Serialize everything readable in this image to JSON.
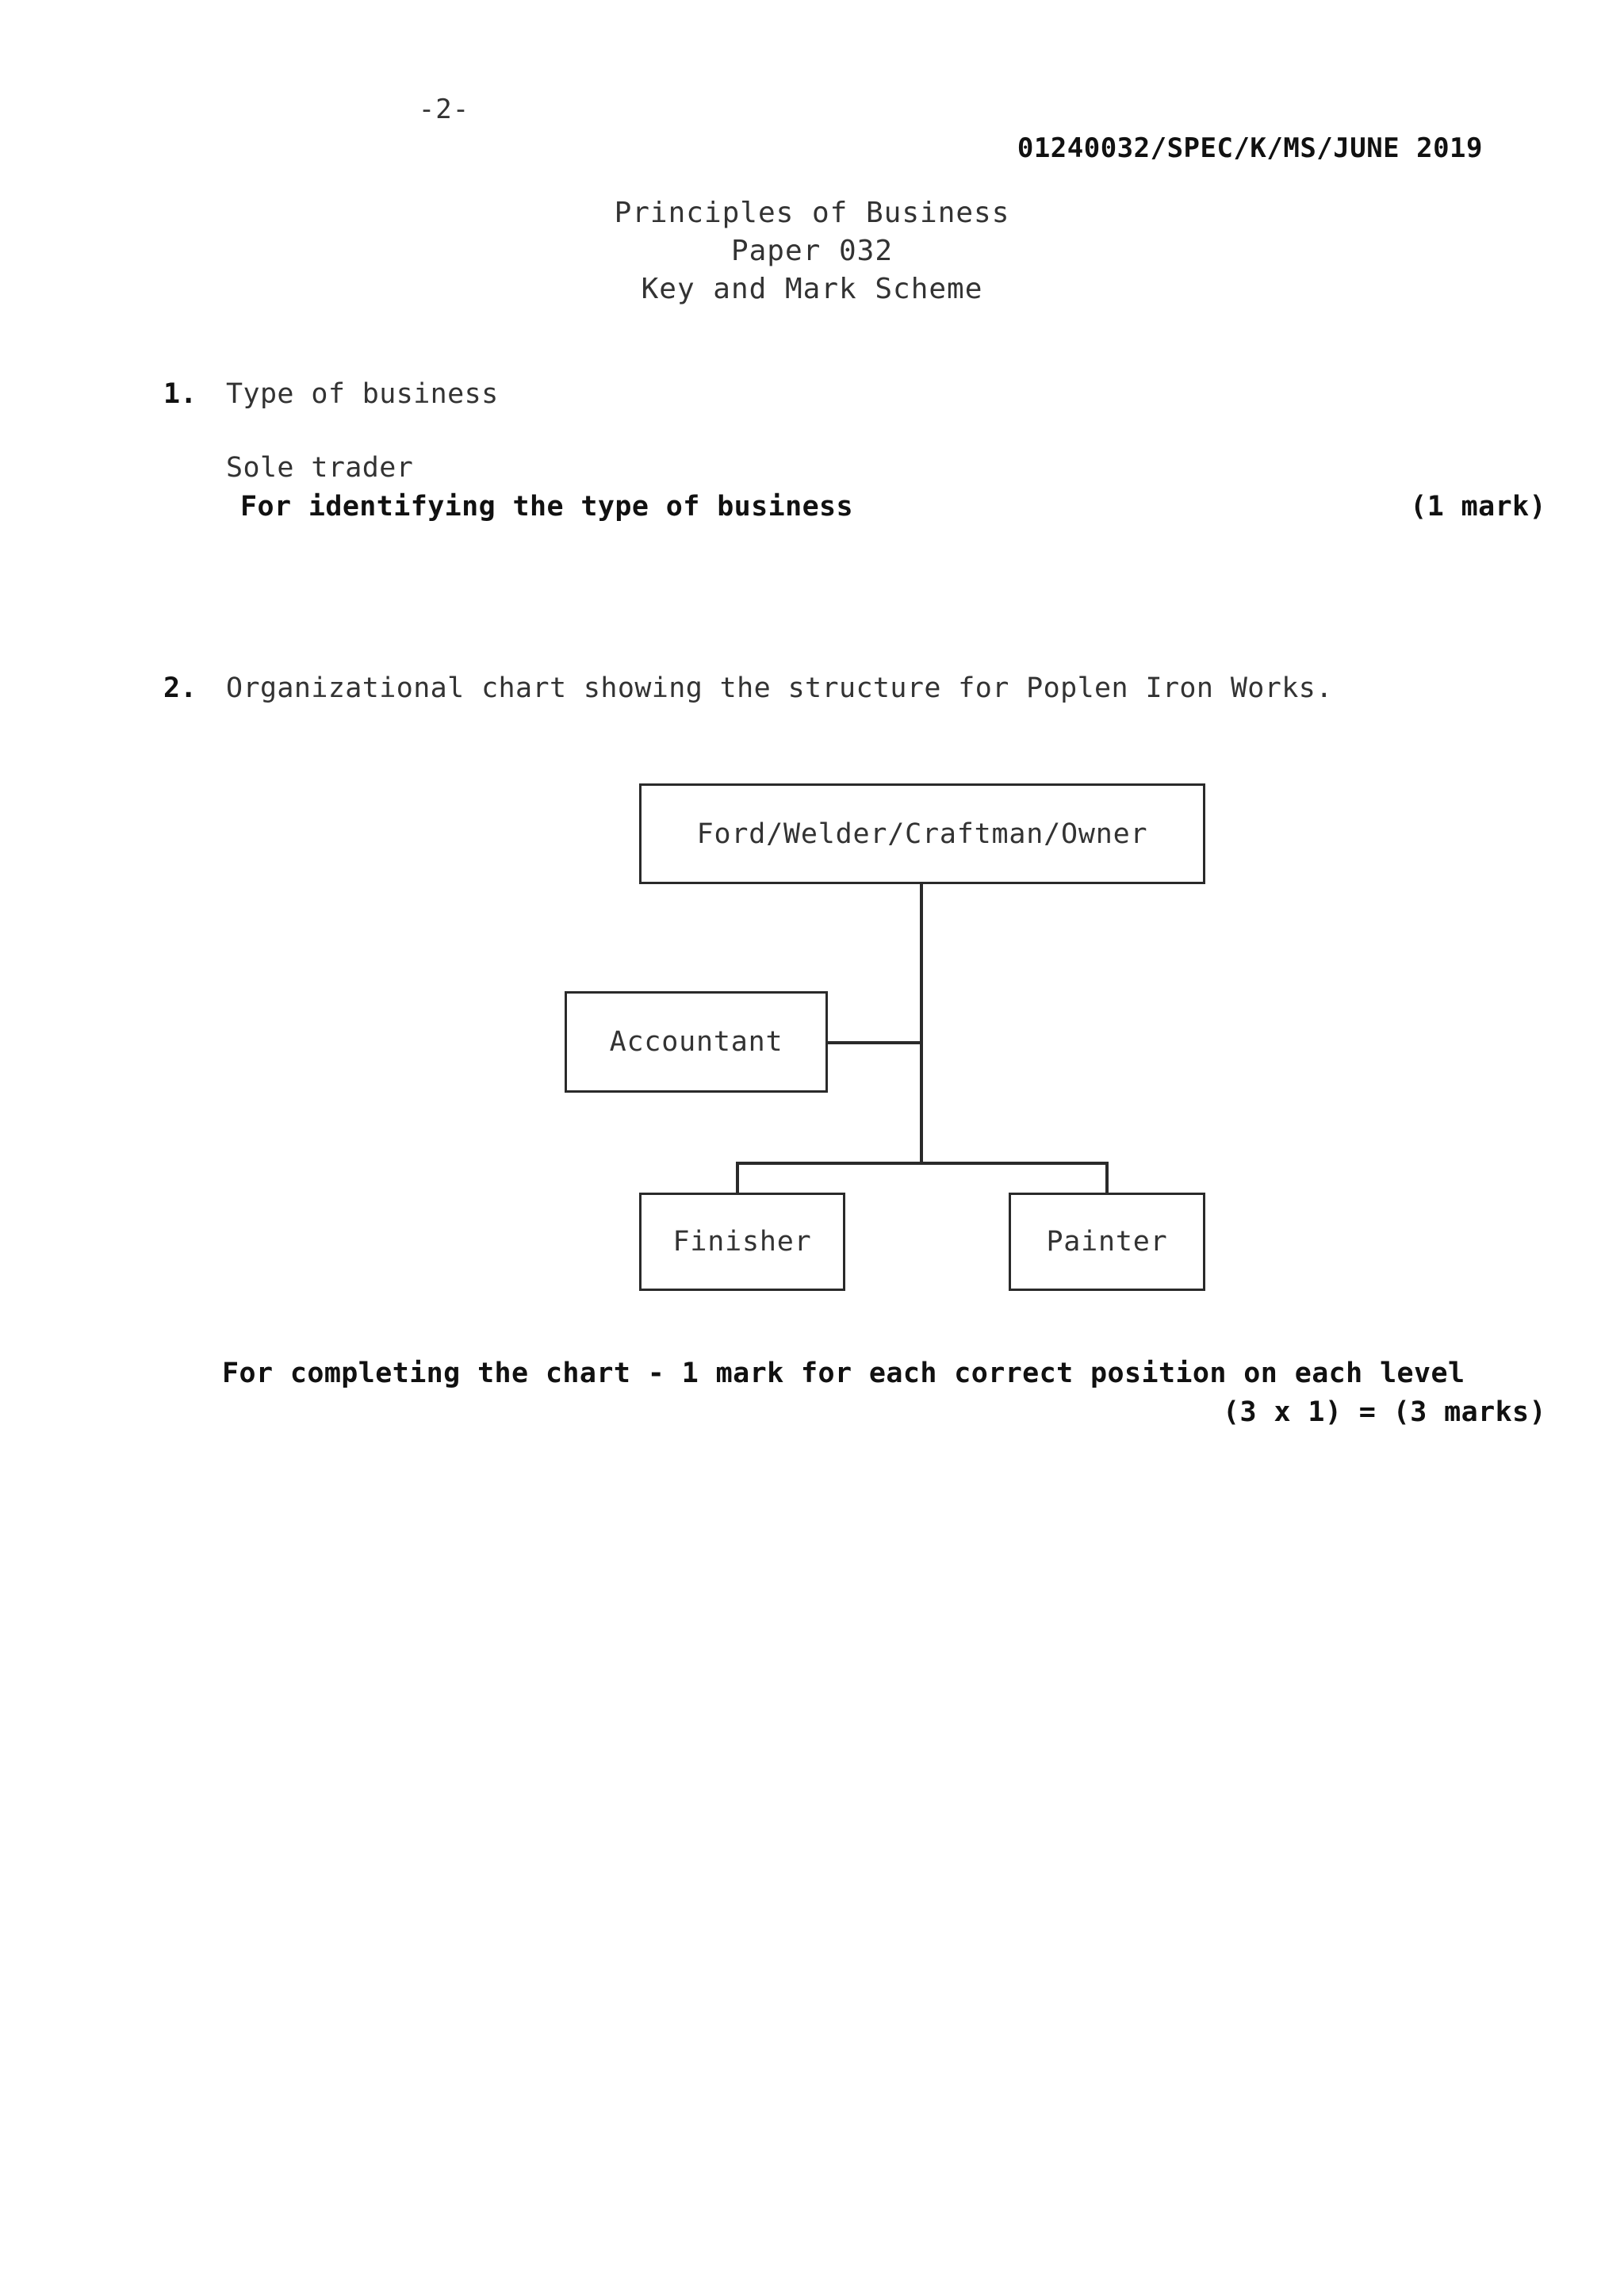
{
  "header": {
    "page_number": "-2-",
    "doc_code": "01240032/SPEC/K/MS/JUNE 2019"
  },
  "title": {
    "line1": "Principles of Business",
    "line2": "Paper 032",
    "line3": "Key and Mark Scheme"
  },
  "questions": [
    {
      "number": "1.",
      "prompt": "Type of business",
      "answer": "Sole trader",
      "mark_note": "For identifying the type of business",
      "marks": "(1 mark)"
    },
    {
      "number": "2.",
      "prompt": "Organizational chart showing the structure for Poplen Iron Works.",
      "mark_note": "For completing the chart - 1 mark for each correct position on each level",
      "marks": "(3 x 1) = (3 marks)"
    }
  ],
  "chart_data": {
    "type": "diagram",
    "title": "Organizational chart showing the structure for Poplen Iron Works.",
    "nodes": [
      {
        "id": "owner",
        "label": "Ford/Welder/Craftman/Owner",
        "level": 0
      },
      {
        "id": "accountant",
        "label": "Accountant",
        "level": 1,
        "relation": "staff"
      },
      {
        "id": "finisher",
        "label": "Finisher",
        "level": 2,
        "relation": "line"
      },
      {
        "id": "painter",
        "label": "Painter",
        "level": 2,
        "relation": "line"
      }
    ],
    "edges": [
      {
        "from": "owner",
        "to": "accountant",
        "style": "staff-horizontal"
      },
      {
        "from": "owner",
        "to": "finisher",
        "style": "line-vertical"
      },
      {
        "from": "owner",
        "to": "painter",
        "style": "line-vertical"
      }
    ]
  },
  "colors": {
    "text": "#333333",
    "bold_text": "#111111",
    "box_border": "#2a2a2a",
    "background": "#ffffff"
  }
}
